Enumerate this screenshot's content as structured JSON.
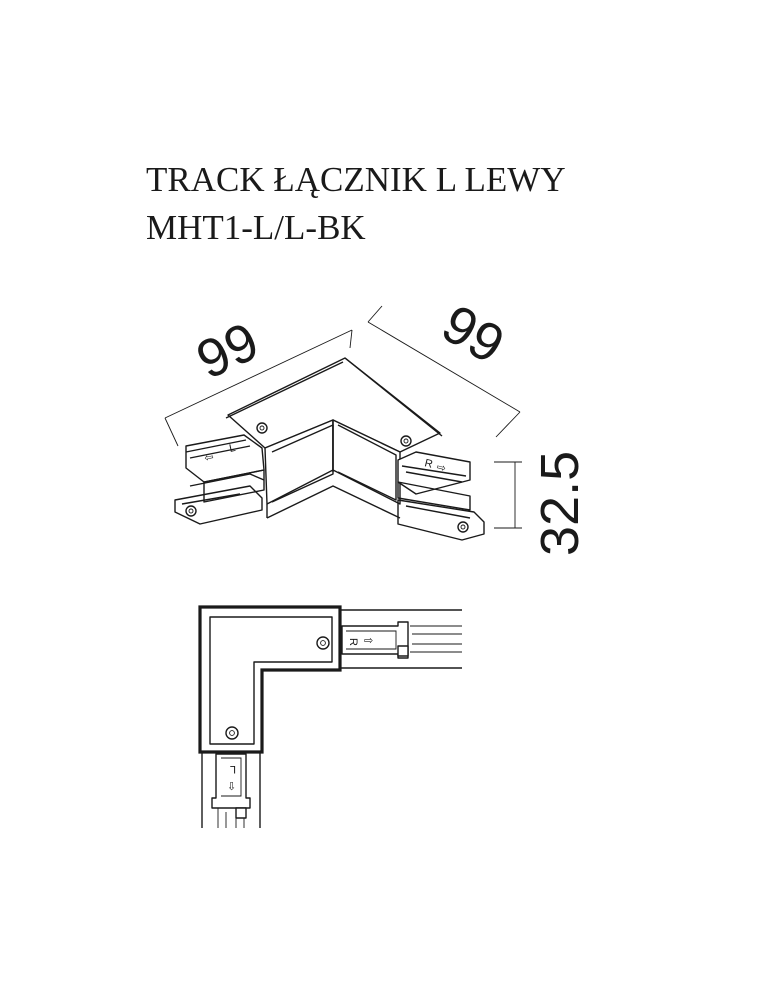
{
  "title": {
    "line1": "TRACK ŁĄCZNIK L LEWY",
    "line2": "MHT1-L/L-BK"
  },
  "dimensions": {
    "left_length": "99",
    "right_length": "99",
    "height": "32.5"
  },
  "markings": {
    "left_label": "L",
    "right_label": "R",
    "arrow": "⇨",
    "arrow_down": "⇩"
  },
  "colors": {
    "ink": "#1a1a1a",
    "background": "#ffffff"
  }
}
